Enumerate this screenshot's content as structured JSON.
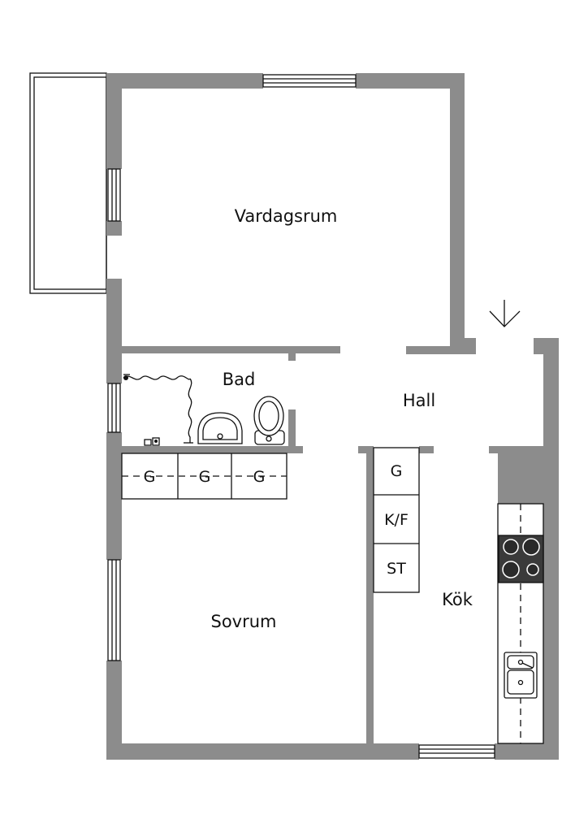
{
  "rooms": {
    "living": "Vardagsrum",
    "bath": "Bad",
    "hall": "Hall",
    "bedroom": "Sovrum",
    "kitchen": "Kök"
  },
  "wardrobes": [
    "G",
    "G",
    "G"
  ],
  "kitchen_units": {
    "wardrobe": "G",
    "fridge": "K/F",
    "storage": "ST"
  },
  "colors": {
    "wall": "#8c8c8c",
    "line": "#111111",
    "background": "#ffffff"
  }
}
